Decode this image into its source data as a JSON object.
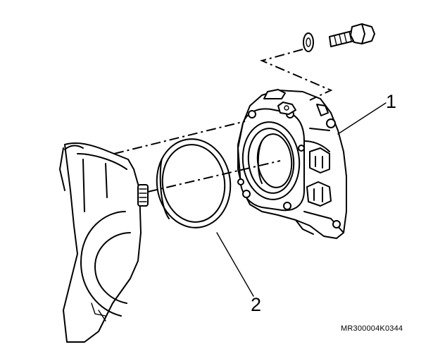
{
  "diagram": {
    "callouts": [
      {
        "id": "1",
        "label": "1"
      },
      {
        "id": "2",
        "label": "2"
      }
    ],
    "figure_code": "MR300004K0344"
  }
}
